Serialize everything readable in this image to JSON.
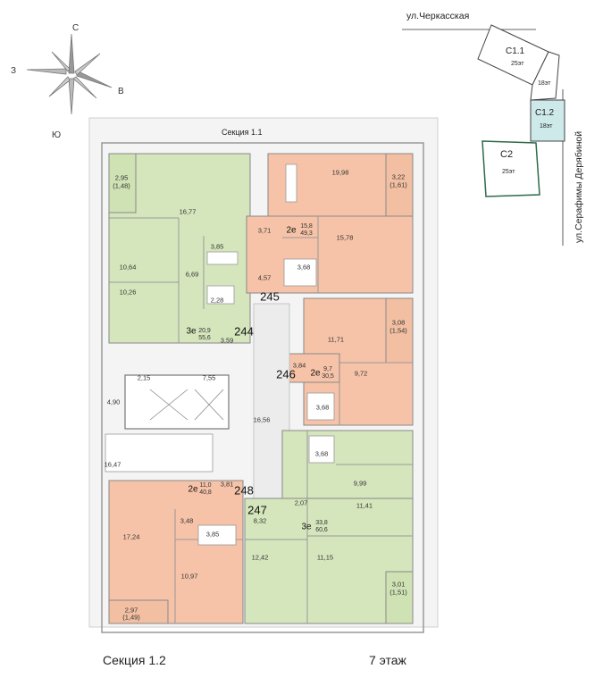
{
  "section_top": "Секция 1.1",
  "section_bottom": "Секция 1.2",
  "floor": "7 этаж",
  "compass": {
    "north": "С",
    "east": "В",
    "south": "Ю",
    "west": "З"
  },
  "streets": {
    "top": "ул.Черкасская",
    "right": "ул.Серафимы Дерябиной"
  },
  "site_plan": {
    "c11": {
      "name": "С1.1",
      "floors": "25эт"
    },
    "c12": {
      "name": "С1.2",
      "floors": "18эт"
    },
    "c12_link": {
      "floors": "18эт"
    },
    "c2": {
      "name": "С2",
      "floors": "25эт"
    }
  },
  "apartments": [
    {
      "number": "244",
      "rooms": "3е",
      "living": "20,9",
      "total": "55,6"
    },
    {
      "number": "245",
      "rooms": "2е",
      "living": "15,8",
      "total": "49,3"
    },
    {
      "number": "246",
      "rooms": "2е",
      "living": "9,7",
      "total": "30,5"
    },
    {
      "number": "247",
      "rooms": "3е",
      "living": "33,8",
      "total": "60,6"
    },
    {
      "number": "248",
      "rooms": "2е",
      "living": "11,0",
      "total": "40,8"
    }
  ],
  "room_areas": {
    "a1": "2,95",
    "a1b": "(1,48)",
    "a2": "16,77",
    "a3": "10,64",
    "a4": "6,69",
    "a5": "3,85",
    "a6": "10,26",
    "a7": "2,28",
    "a8": "3,59",
    "b1": "19,98",
    "b2": "3,22",
    "b2b": "(1,61)",
    "b3": "3,71",
    "b4": "15,78",
    "b5": "3,68",
    "b6": "4,57",
    "c1": "11,71",
    "c2": "3,08",
    "c2b": "(1,54)",
    "c3": "3,84",
    "c4": "9,72",
    "c5": "3,68",
    "d1": "2,15",
    "d2": "7,55",
    "d3": "4,90",
    "d4": "16,56",
    "d5": "16,47",
    "e1": "3,68",
    "e2": "9,99",
    "e3": "2,07",
    "e4": "11,41",
    "e5": "8,32",
    "e6": "12,42",
    "e7": "11,15",
    "e8": "3,01",
    "e8b": "(1,51)",
    "f1": "3,81",
    "f2": "3,48",
    "f3": "17,24",
    "f4": "3,85",
    "f5": "10,97",
    "f6": "2,97",
    "f6b": "(1,49)"
  }
}
